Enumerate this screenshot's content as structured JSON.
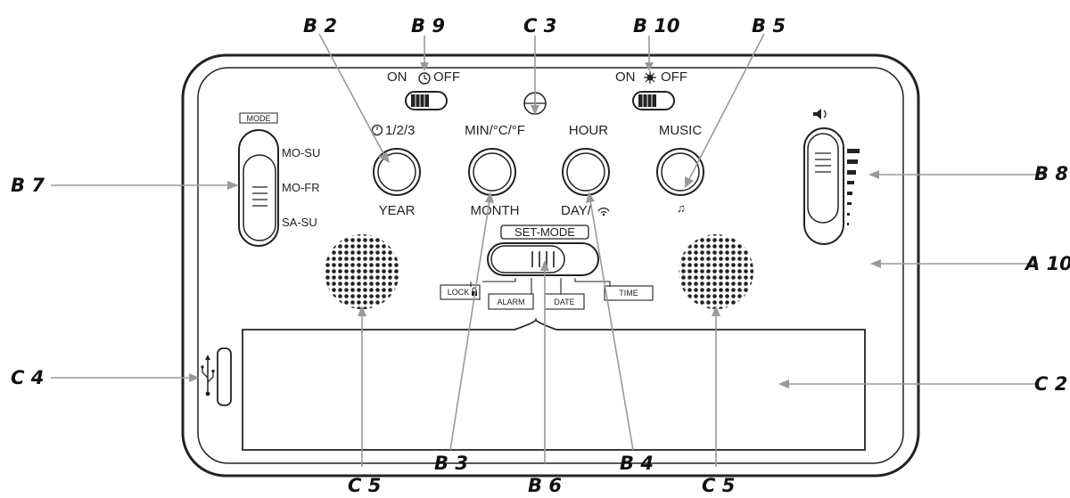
{
  "callouts": {
    "b2": "B 2",
    "b9": "B 9",
    "c3": "C 3",
    "b10": "B 10",
    "b5": "B 5",
    "b7": "B 7",
    "b8": "B 8",
    "a10": "A 10",
    "c4": "C 4",
    "c2": "C 2",
    "c5_left": "C 5",
    "b3": "B 3",
    "b6": "B 6",
    "b4": "B 4",
    "c5_right": "C 5"
  },
  "alarm_switch": {
    "on": "ON",
    "off": "OFF"
  },
  "light_switch": {
    "on": "ON",
    "off": "OFF"
  },
  "mode_switch": {
    "title": "MODE",
    "options": [
      "MO-SU",
      "MO-FR",
      "SA-SU"
    ]
  },
  "buttons": {
    "alarm": {
      "top": "1/2/3",
      "bottom": "YEAR"
    },
    "min": {
      "top": "MIN/°C/°F",
      "bottom": "MONTH"
    },
    "hour": {
      "top": "HOUR",
      "bottom": "DAY/"
    },
    "music": {
      "top": "MUSIC",
      "bottom": "♫"
    }
  },
  "set_mode": {
    "title": "SET-MODE",
    "positions": [
      "LOCK",
      "ALARM",
      "DATE",
      "TIME"
    ]
  },
  "icons": {
    "alarm_clock": "alarm-clock-icon",
    "sun": "sun-icon",
    "speaker": "speaker-icon",
    "usb": "usb-icon",
    "wifi": "wifi-icon",
    "lock": "lock-icon",
    "crosshair": "crosshair-icon"
  }
}
